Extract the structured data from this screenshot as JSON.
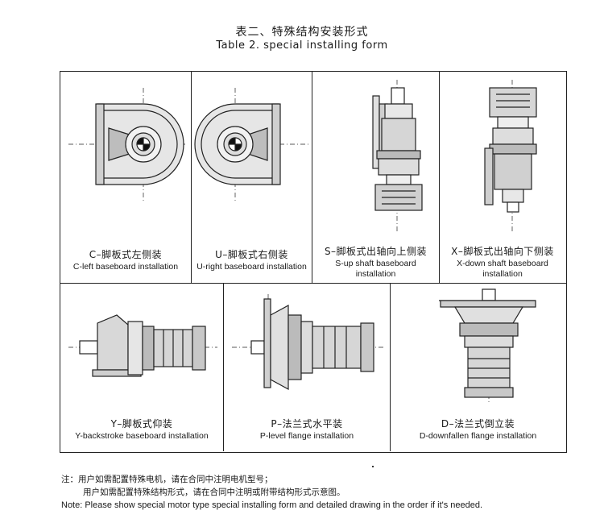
{
  "title": {
    "cn": "表二、特殊结构安装形式",
    "en": "Table 2.  special installing form"
  },
  "cells": [
    {
      "cn": "C–脚板式左侧装",
      "en": "C-left baseboard installation",
      "icon": "c-left-baseboard-drawing"
    },
    {
      "cn": "U–脚板式右侧装",
      "en": "U-right baseboard installation",
      "icon": "u-right-baseboard-drawing"
    },
    {
      "cn": "S–脚板式出轴向上侧装",
      "en": "S-up shaft baseboard installation",
      "icon": "s-up-shaft-drawing"
    },
    {
      "cn": "X–脚板式出轴向下侧装",
      "en": "X-down shaft baseboard installation",
      "icon": "x-down-shaft-drawing"
    },
    {
      "cn": "Y–脚板式仰装",
      "en": "Y-backstroke baseboard installation",
      "icon": "y-backstroke-drawing"
    },
    {
      "cn": "P–法兰式水平装",
      "en": "P-level flange installation",
      "icon": "p-level-flange-drawing"
    },
    {
      "cn": "D–法兰式倒立装",
      "en": "D-downfallen flange installation",
      "icon": "d-downfallen-flange-drawing"
    }
  ],
  "notes": {
    "line1": "注：用户如需配置特殊电机，请在合同中注明电机型号；",
    "line2": "用户如需配置特殊结构形式，请在合同中注明或附带结构形式示意图。",
    "line3": "Note:  Please show special motor type special installing form and detailed drawing in the order if it's needed."
  },
  "colors": {
    "line": "#222222",
    "fill": "#d8d8d8",
    "background": "#ffffff"
  }
}
